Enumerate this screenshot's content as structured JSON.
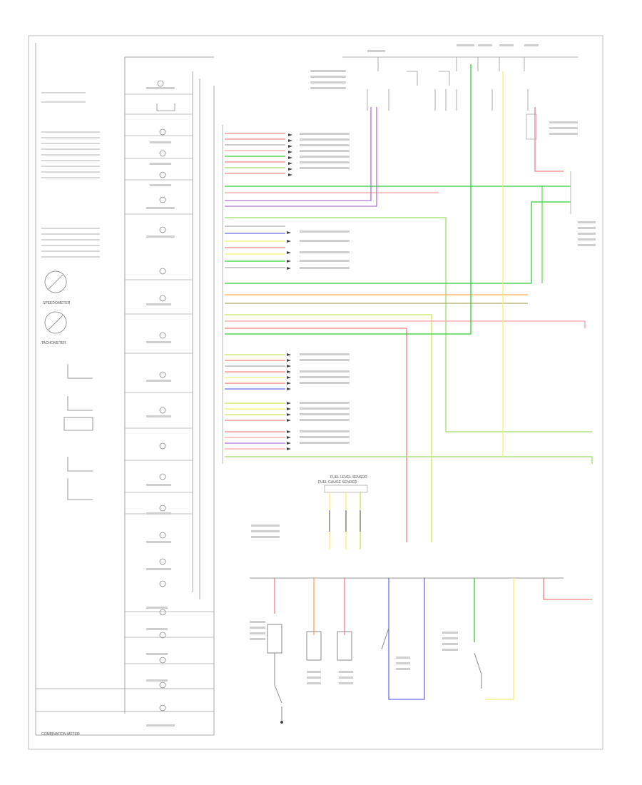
{
  "diagram": {
    "left_labels": {
      "speedometer": "SPEEDOMETER",
      "tachometer": "TACHOMETER",
      "footer": "COMBINATION METER"
    },
    "center_labels": {
      "fuel_gauge_sender": "FUEL GAUGE SENDER",
      "fuel_level_sensor": "FUEL LEVEL SENSOR"
    },
    "colors": {
      "red": "#f08080",
      "pink": "#f4a0a0",
      "green": "#33cc33",
      "light_green": "#99e066",
      "yellow_green": "#c8e85a",
      "yellow": "#f0f070",
      "orange": "#ffaa55",
      "purple": "#b070e0",
      "blue": "#6a6af0",
      "olive": "#b0b060",
      "frame": "#bbbbbb",
      "wire": "#999999"
    }
  }
}
